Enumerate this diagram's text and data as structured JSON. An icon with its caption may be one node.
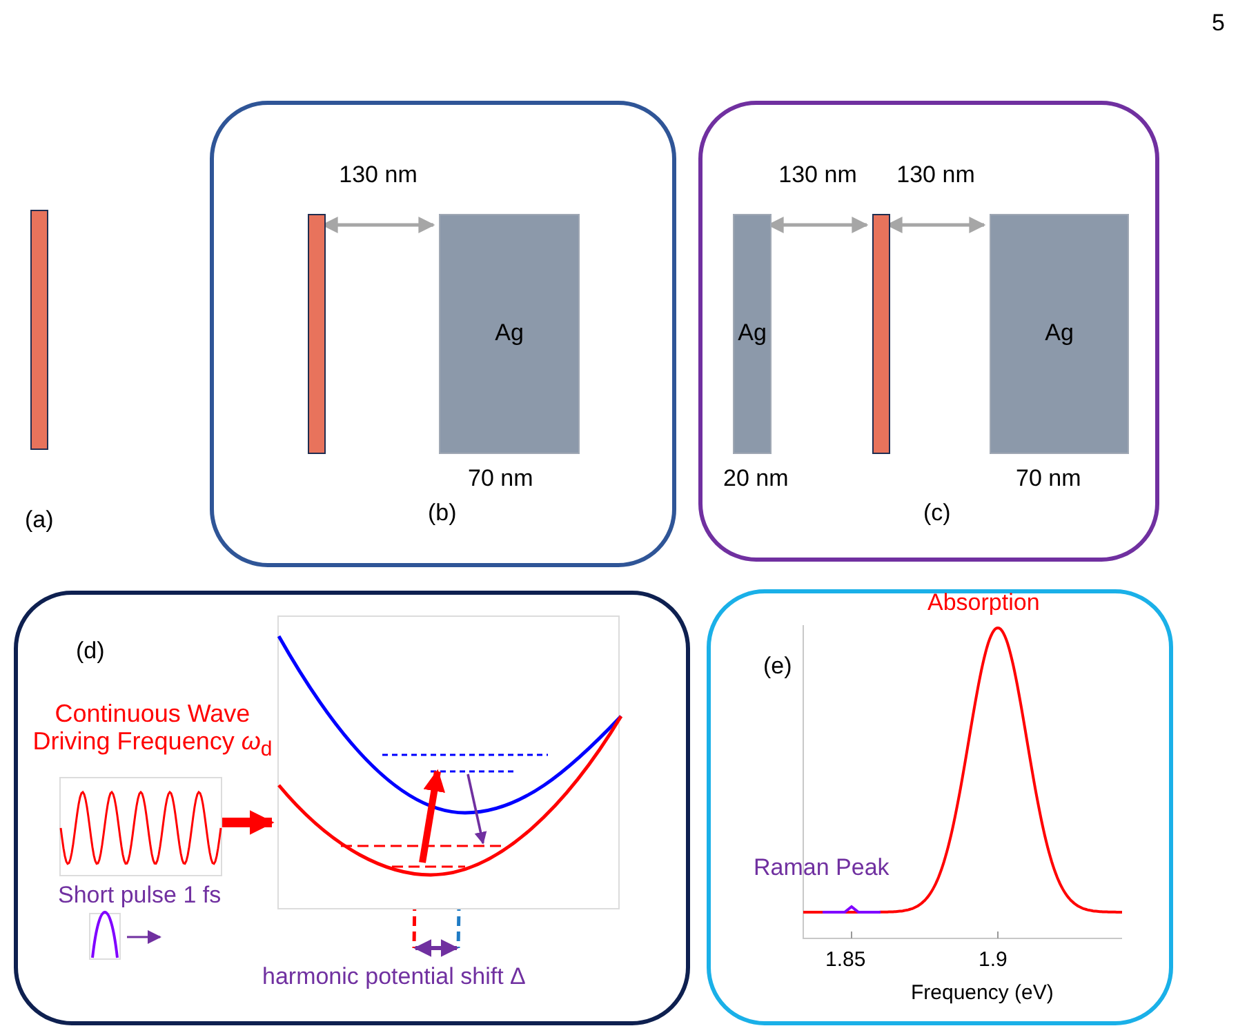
{
  "diagram": {
    "nodes": [
      {
        "text": [
          "(b)"
        ]
      },
      {
        "text": [
          "(c)"
        ]
      },
      {
        "text": [
          "(d)"
        ]
      },
      {
        "text": [
          "(e)"
        ]
      },
      {
        "text": [
          "Ag"
        ],
        "in": 0,
        "beside": [
          "70 nm"
        ]
      },
      {
        "text": [
          "Ag"
        ],
        "in": 1,
        "beside": [
          "20 nm"
        ]
      },
      {
        "text": [
          "Ag"
        ],
        "in": 1,
        "beside": [
          "70 nm"
        ]
      },
      {
        "text": [],
        "shape": "box",
        "in": 2
      },
      {
        "text": [],
        "shape": "box",
        "in": 2
      },
      {
        "text": [],
        "shape": "bar"
      },
      {
        "text": [],
        "shape": "bar",
        "in": 0
      },
      {
        "text": [],
        "shape": "bar",
        "in": 1
      }
    ],
    "edges": [
      {
        "from": 10,
        "to": 4,
        "arrow": "both",
        "label": "130 nm"
      },
      {
        "from": 5,
        "to": 11,
        "arrow": "both",
        "label": "130 nm"
      },
      {
        "from": 11,
        "to": 6,
        "arrow": "both",
        "label": "130 nm"
      },
      {
        "from": 7,
        "to": 8,
        "arrow": "to",
        "style": "thick",
        "color": "#ff0000"
      }
    ],
    "labels": [
      "5",
      "(a)",
      "Absorption",
      "Continuous Wave Driving Frequency *ω*$_{d}$",
      "Raman Peak",
      "Short pulse 1 fs",
      "1.85",
      "1.9",
      "harmonic potential shift Δ",
      "Frequency (eV)"
    ]
  }
}
